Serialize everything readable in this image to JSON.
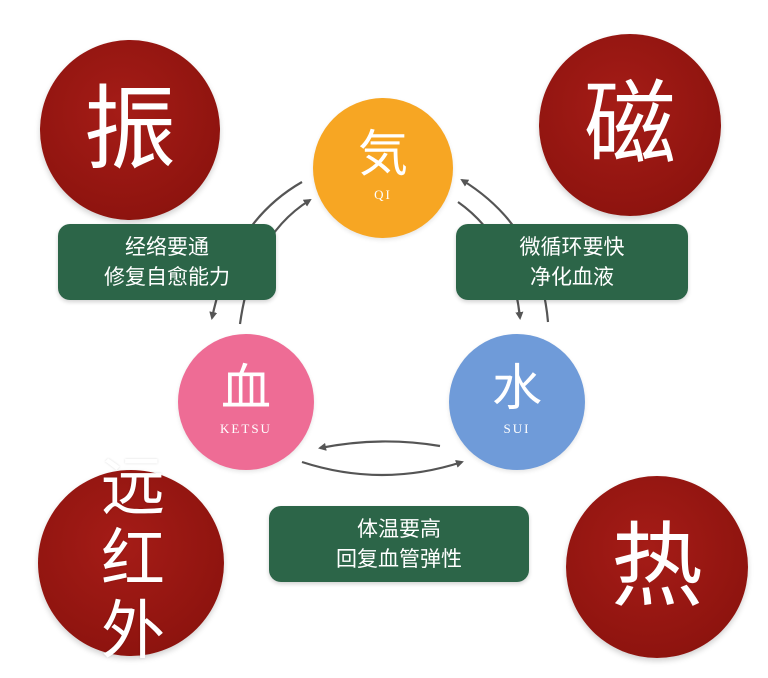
{
  "corners": {
    "top_left": "振",
    "top_right": "磁",
    "bottom_left": [
      "远",
      "红",
      "外"
    ],
    "bottom_right": "热"
  },
  "nodes": {
    "qi": {
      "label": "気",
      "sub": "QI"
    },
    "ketsu": {
      "label": "血",
      "sub": "KETSU"
    },
    "sui": {
      "label": "水",
      "sub": "SUI"
    }
  },
  "boxes": {
    "left": [
      "经络要通",
      "修复自愈能力"
    ],
    "right": [
      "微循环要快",
      "净化血液"
    ],
    "bottom": [
      "体温要高",
      "回复血管弹性"
    ]
  },
  "colors": {
    "corner_red": "#9a1711",
    "qi": "#f7a623",
    "ketsu": "#ee6c95",
    "sui": "#6f9bd9",
    "box_green": "#2c6548",
    "arrow_gray": "#555555"
  }
}
